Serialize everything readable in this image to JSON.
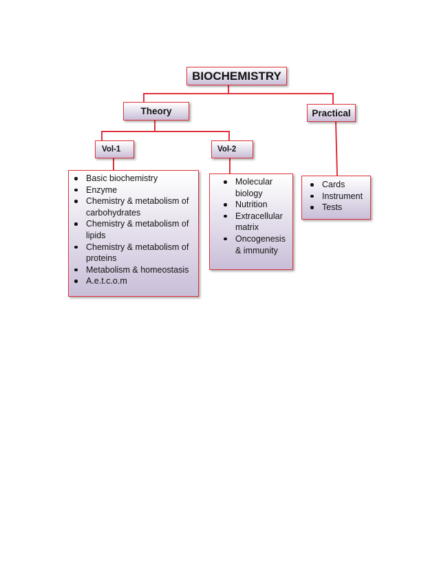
{
  "root": {
    "label": "BIOCHEMISTRY"
  },
  "theory": {
    "label": "Theory",
    "vol1": {
      "label": "Vol-1",
      "items": [
        "Basic biochemistry",
        "Enzyme",
        "Chemistry & metabolism of carbohydrates",
        "Chemistry & metabolism of lipids",
        "Chemistry & metabolism of proteins",
        "Metabolism & homeostasis",
        "A.e.t.c.o.m"
      ]
    },
    "vol2": {
      "label": "Vol-2",
      "items": [
        "Molecular biology",
        "Nutrition",
        "Extracellular matrix",
        "Oncogenesis & immunity"
      ]
    }
  },
  "practical": {
    "label": "Practical",
    "items": [
      "Cards",
      "Instrument",
      "Tests"
    ]
  },
  "colors": {
    "border": "#e0303a",
    "gradient_end": "#c9bed8"
  }
}
